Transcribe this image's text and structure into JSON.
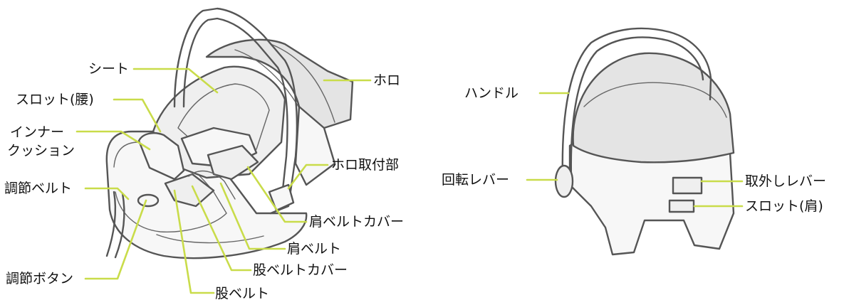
{
  "labels": {
    "seat": "シート",
    "slot_waist": "スロット(腰)",
    "inner_cushion_1": "インナー",
    "inner_cushion_2": "クッション",
    "adjust_belt": "調節ベルト",
    "adjust_button": "調節ボタン",
    "crotch_belt": "股ベルト",
    "crotch_belt_cover": "股ベルトカバー",
    "shoulder_belt": "肩ベルト",
    "shoulder_belt_cover": "肩ベルトカバー",
    "canopy_mount": "ホロ取付部",
    "canopy": "ホロ",
    "handle": "ハンドル",
    "rotation_lever": "回転レバー",
    "release_lever": "取外しレバー",
    "slot_shoulder": "スロット(肩)"
  },
  "colors": {
    "leader": "#c9dc4a",
    "line_art": "#555555",
    "text": "#111111"
  }
}
